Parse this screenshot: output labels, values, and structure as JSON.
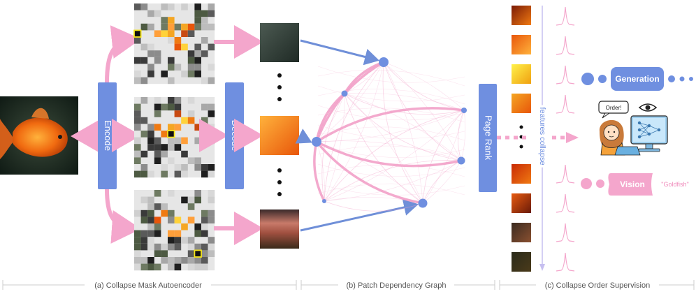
{
  "blocks": {
    "encode": "Encode",
    "decode": "Decode",
    "page_rank": "Page Rank",
    "generation": "Generation",
    "vision": "Vision",
    "goldfish_quote": "\"Goldfish\"",
    "order_bubble": "Order!",
    "features_collapse": "features collapse"
  },
  "sections": {
    "a": "(a) Collapse Mask Autoencoder",
    "b": "(b) Patch Dependency Graph",
    "c": "(c) Collapse Order Supervision"
  },
  "colors": {
    "block_blue": "#6f8fe0",
    "arrow_pink": "#f4a6cc",
    "arrow_blue": "#6f8fd8",
    "node_blue": "#6f8fe0",
    "edge_pink": "#f2a0c8",
    "vision_pink": "#f4a6cc",
    "section_text": "#555555"
  }
}
